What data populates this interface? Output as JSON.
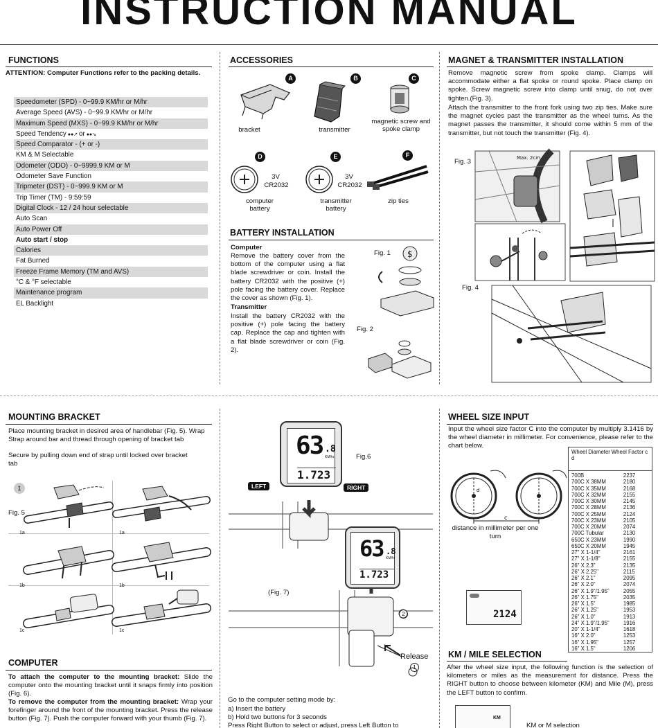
{
  "title": "INSTRUCTION MANUAL",
  "functions": {
    "heading": "FUNCTIONS",
    "attention": "ATTENTION: Computer Functions refer to the packing details.",
    "items": [
      "Speedometer (SPD) - 0~99.9 KM/hr or M/hr",
      "Average Speed (AVS) - 0~99.9 KM/hr or M/hr",
      "Maximum Speed (MXS) - 0~99.9 KM/hr or M/hr",
      "Speed Tendency",
      "Speed Comparator - (+ or -)",
      "KM & M Selectable",
      "Odometer (ODO) - 0~9999.9 KM or M",
      "Odometer Save Function",
      "Tripmeter (DST) - 0~999.9 KM or M",
      "Trip Timer (TM) - 9:59:59",
      "Digital Clock - 12 / 24 hour selectable",
      "Auto Scan",
      "Auto Power Off",
      "Auto start / stop",
      "Calories",
      "Fat Burned",
      "Freeze Frame Memory (TM and AVS)",
      "°C & °F selectable",
      "Maintenance program",
      "EL Backlight"
    ],
    "tendency_or": "or"
  },
  "accessories": {
    "heading": "ACCESSORIES",
    "items": [
      {
        "badge": "A",
        "label": "bracket"
      },
      {
        "badge": "B",
        "label": "transmitter"
      },
      {
        "badge": "C",
        "label": "magnetic screw and spoke clamp"
      },
      {
        "badge": "D",
        "label": "computer battery",
        "cell_v": "3V",
        "cell_model": "CR2032"
      },
      {
        "badge": "E",
        "label": "transmitter battery",
        "cell_v": "3V",
        "cell_model": "CR2032"
      },
      {
        "badge": "F",
        "label": "zip ties"
      }
    ]
  },
  "battery": {
    "heading": "BATTERY INSTALLATION",
    "computer_title": "Computer",
    "computer_text": "Remove the battery cover from the bottom of the computer using a flat blade screwdriver or coin. Install the battery CR2032 with the positive (+) pole facing the battery cover. Replace the cover as shown (Fig. 1).",
    "transmitter_title": "Transmitter",
    "transmitter_text": "Install the battery CR2032 with the positive (+) pole facing the battery cap. Replace the cap and tighten with a flat blade screwdriver or coin (Fig. 2).",
    "fig1": "Fig. 1",
    "fig2": "Fig. 2"
  },
  "magnet": {
    "heading": "MAGNET & TRANSMITTER INSTALLATION",
    "text1": "Remove magnetic screw from spoke clamp. Clamps will accommodate either a flat spoke or round spoke. Place clamp on spoke. Screw magnetic screw into clamp until snug, do not over tighten.(Fig. 3).",
    "text2": "Attach the transmitter to the front fork using two zip ties. Make sure the magnet cycles past the transmitter as the wheel turns. As the magnet passes the transmitter, it should come within 5 mm of the transmitter, but not touch the transmitter (Fig. 4).",
    "fig3": "Fig. 3",
    "fig4": "Fig. 4",
    "max_label": "Max. 2cm"
  },
  "mounting": {
    "heading": "MOUNTING BRACKET",
    "text": "Place mounting bracket in desired area of handlebar (Fig. 5). Wrap Strap around bar and thread through opening of bracket tab",
    "text2": "Secure by pulling down end of strap until locked over bracket tab",
    "fig5": "Fig. 5",
    "step": "1",
    "sub": [
      "1a",
      "1a",
      "1b",
      "1b",
      "1c",
      "1c"
    ]
  },
  "computer": {
    "heading": "COMPUTER",
    "attach_bold": "To attach the computer to the mounting bracket:",
    "attach_text": " Slide the computer onto the mounting bracket until it snaps firmly into position (Fig. 6).",
    "remove_bold": "To remove the computer from the mounting bracket:",
    "remove_text": " Wrap your forefinger around the front of the mounting bracket. Press the release button (Fig. 7). Push the computer forward with your thumb (Fig. 7)."
  },
  "center": {
    "fig6": "Fig.6",
    "fig7": "(Fig. 7)",
    "left": "LEFT",
    "right": "RIGHT",
    "release": "Release",
    "release_num": "1",
    "push_num": "2",
    "speed": "63",
    "speed_dec": ".8",
    "unit": "KM/hr",
    "odo": "1.723",
    "setting_title": "Go to the computer setting mode by:",
    "setting_a": "a) Insert the battery",
    "setting_b": "b) Hold two buttons for 3 seconds",
    "setting_c": "Press Right Button to select or adjust, press Left Button to"
  },
  "wheel": {
    "heading": "WHEEL SIZE INPUT",
    "text": "Input the wheel size factor C into the computer by multiply 3.1416 by the wheel diameter in millimeter. For convenience, please refer to the chart below.",
    "distance_label": "distance in millimeter per one turn",
    "c_label": "c",
    "d_label": "d",
    "lcd_value": "2124",
    "table_head_left": "Wheel Diameter d",
    "table_head_right": "Wheel Factor c",
    "rows": [
      [
        "700B",
        "2237"
      ],
      [
        "700C X 38MM",
        "2180"
      ],
      [
        "700C X 35MM",
        "2168"
      ],
      [
        "700C X 32MM",
        "2155"
      ],
      [
        "700C X 30MM",
        "2145"
      ],
      [
        "700C X 28MM",
        "2136"
      ],
      [
        "700C X 25MM",
        "2124"
      ],
      [
        "700C X 23MM",
        "2105"
      ],
      [
        "700C X 20MM",
        "2074"
      ],
      [
        "700C Tubular",
        "2130"
      ],
      [
        "650C X 23MM",
        "1990"
      ],
      [
        "650C X 20MM",
        "1945"
      ],
      [
        "27\" X 1-1/4\"",
        "2161"
      ],
      [
        "27\" X 1-1/8\"",
        "2155"
      ],
      [
        "26\" X 2.3\"",
        "2135"
      ],
      [
        "26\" X 2.25\"",
        "2115"
      ],
      [
        "26\" X 2.1\"",
        "2095"
      ],
      [
        "26\" X 2.0\"",
        "2074"
      ],
      [
        "26\" X 1.9\"/1.95\"",
        "2055"
      ],
      [
        "26\" X 1.75\"",
        "2035"
      ],
      [
        "26\" X 1.5\"",
        "1985"
      ],
      [
        "26\" X 1.25\"",
        "1953"
      ],
      [
        "26\" X 1.0\"",
        "1913"
      ],
      [
        "24\" X 1.9\"/1.95\"",
        "1916"
      ],
      [
        "20\" X 1-1/4\"",
        "1618"
      ],
      [
        "16\" X 2.0\"",
        "1253"
      ],
      [
        "16\" X 1.95\"",
        "1257"
      ],
      [
        "16\" X 1.5\"",
        "1206"
      ]
    ]
  },
  "kmmile": {
    "heading": "KM / MILE SELECTION",
    "text": "After the wheel size input, the following function is the selection of kilometers or miles as the measurement for distance. Press the RIGHT button to choose between kilometer (KM) and Mile (M), press the LEFT button to confirm.",
    "caption": "KM or M selection",
    "lcd_unit": "KM"
  }
}
